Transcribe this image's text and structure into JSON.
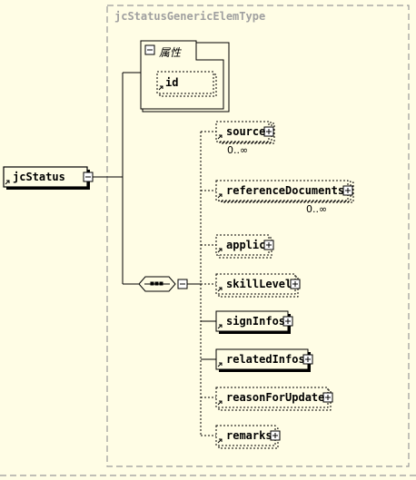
{
  "diagram": {
    "type_name": "jcStatusGenericElemType",
    "root": {
      "name": "jcStatus"
    },
    "attributes": {
      "title": "属性",
      "items": [
        {
          "name": "id"
        }
      ]
    },
    "children": [
      {
        "name": "source",
        "expand": "⊞",
        "cardinality": "0..∞",
        "optional": true,
        "multi": true
      },
      {
        "name": "referenceDocuments",
        "expand": "⊞",
        "cardinality": "0..∞",
        "optional": true,
        "multi": true
      },
      {
        "name": "applic",
        "expand": "⊞",
        "cardinality": "",
        "optional": true,
        "multi": false
      },
      {
        "name": "skillLevel",
        "expand": "⊞",
        "cardinality": "",
        "optional": true,
        "multi": false
      },
      {
        "name": "signInfos",
        "expand": "⊞",
        "cardinality": "",
        "optional": false,
        "multi": false
      },
      {
        "name": "relatedInfos",
        "expand": "⊞",
        "cardinality": "",
        "optional": false,
        "multi": false
      },
      {
        "name": "reasonForUpdate",
        "expand": "⊞",
        "cardinality": "",
        "optional": true,
        "multi": false
      },
      {
        "name": "remarks",
        "expand": "⊞",
        "cardinality": "",
        "optional": true,
        "multi": false
      }
    ]
  }
}
